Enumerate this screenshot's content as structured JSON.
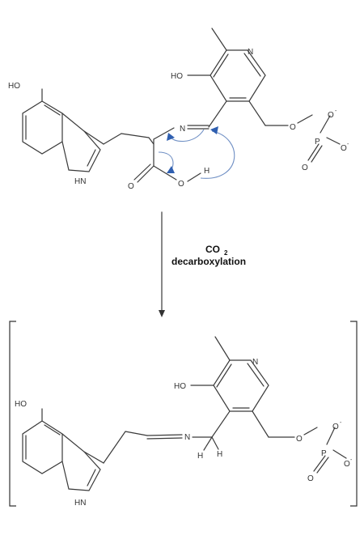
{
  "reaction": {
    "co2": "CO",
    "co2_sub": "2",
    "label": "decarboxylation"
  },
  "top": {
    "ho_indole": "HO",
    "nh_indole": "HN",
    "imine_n": "N",
    "acid_o_double": "O",
    "acid_o": "O",
    "acid_h": "H",
    "ho_pyr": "HO",
    "pyr_n": "N",
    "ester_o": "O",
    "p": "P",
    "po_top": "O",
    "po_right": "O",
    "po_bottom": "O",
    "minus1": "-",
    "minus2": "-"
  },
  "bottom": {
    "ho_indole": "HO",
    "nh_indole": "HN",
    "imine_n": "N",
    "h1": "H",
    "h2": "H",
    "ho_pyr": "HO",
    "pyr_n": "N",
    "ester_o": "O",
    "p": "P",
    "po_top": "O",
    "po_right": "O",
    "po_bottom": "O",
    "minus1": "-",
    "minus2": "-"
  },
  "colors": {
    "bond": "#3a3a3a",
    "mechanism_arrow": "#2f5fb0"
  }
}
